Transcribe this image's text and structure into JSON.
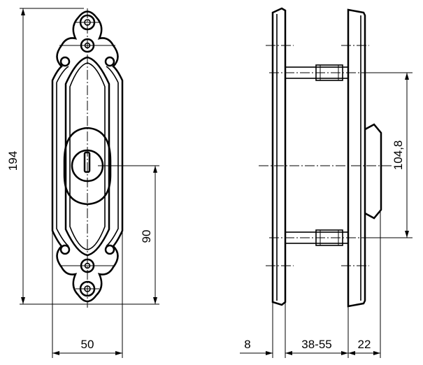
{
  "drawing": {
    "front_view": {
      "height_label": "194",
      "keyhole_offset_label": "90",
      "width_label": "50"
    },
    "side_view": {
      "spindle_spacing_label": "104,8",
      "outer_plate_label": "8",
      "door_thickness_label": "38-55",
      "inner_plate_label": "22"
    }
  }
}
